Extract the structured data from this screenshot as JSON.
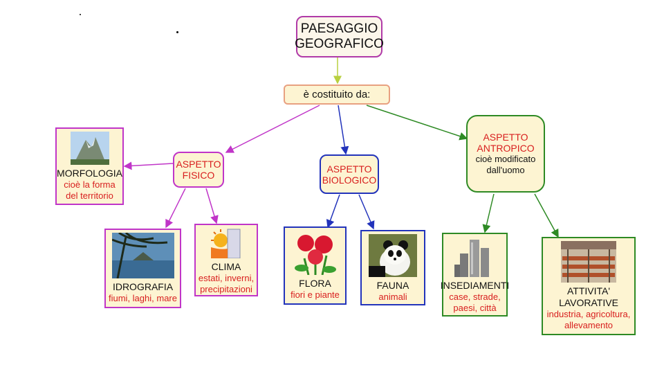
{
  "root": {
    "line1": "PAESAGGIO",
    "line2": "GEOGRAFICO"
  },
  "connector": {
    "label": "è costituito da:"
  },
  "fisico": {
    "line1": "ASPETTO",
    "line2": "FISICO"
  },
  "biologico": {
    "line1": "ASPETTO",
    "line2": "BIOLOGICO"
  },
  "antropico": {
    "line1": "ASPETTO",
    "line2": "ANTROPICO",
    "desc1": "cioè modificato",
    "desc2": "dall'uomo"
  },
  "morfologia": {
    "title": "MORFOLOGIA",
    "desc1": "cioè la forma",
    "desc2": "del territorio"
  },
  "idrografia": {
    "title": "IDROGRAFIA",
    "desc": "fiumi, laghi, mare"
  },
  "clima": {
    "title": "CLIMA",
    "desc1": "estati, inverni,",
    "desc2": "precipitazioni"
  },
  "flora": {
    "title": "FLORA",
    "desc": "fiori e piante"
  },
  "fauna": {
    "title": "FAUNA",
    "desc": "animali"
  },
  "insediamenti": {
    "title": "INSEDIAMENTI",
    "desc1": "case, strade,",
    "desc2": "paesi, città"
  },
  "attivita": {
    "title1": "ATTIVITA'",
    "title2": "LAVORATIVE",
    "desc1": "industria, agricoltura,",
    "desc2": "allevamento"
  },
  "colors": {
    "fisico": "#c035c8",
    "biologico": "#2233bb",
    "antropico": "#2e8a24",
    "root_arrow": "#b8d040",
    "text_red": "#d81e1e",
    "box_fill": "#fdf4d2"
  }
}
